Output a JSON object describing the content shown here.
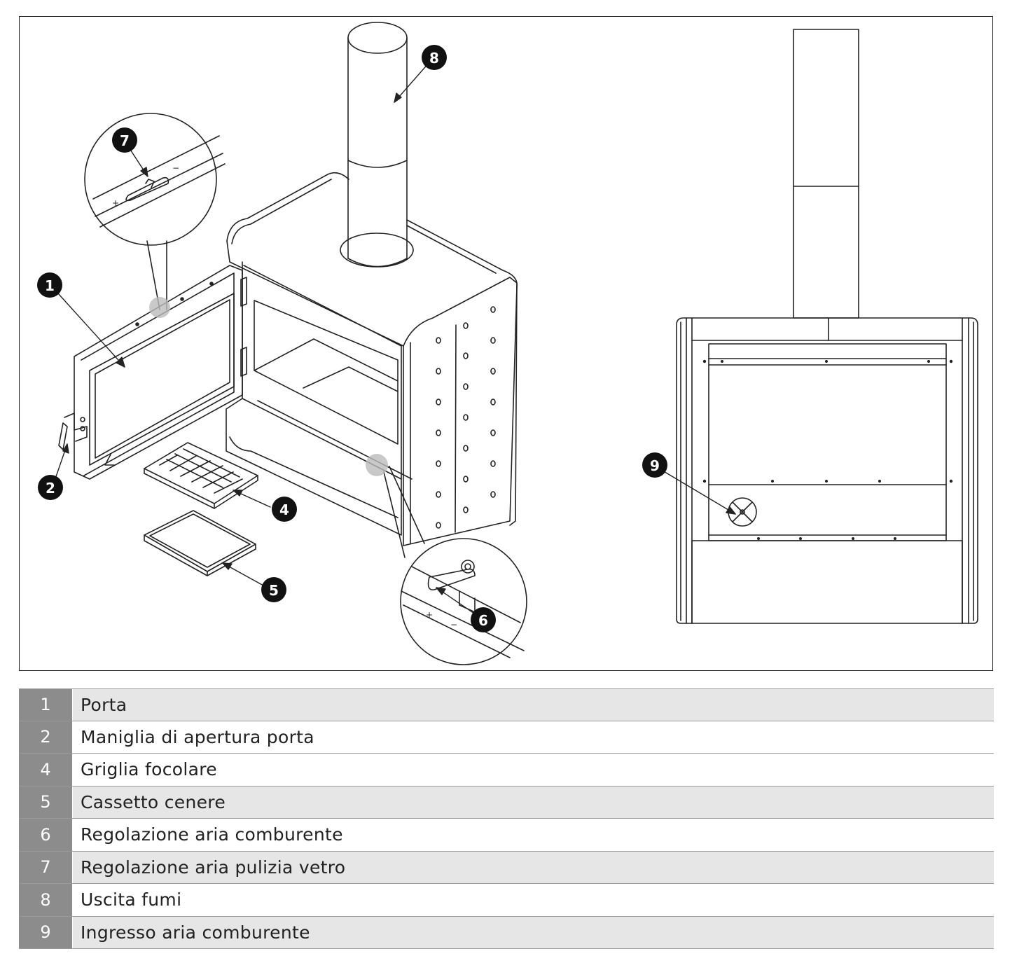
{
  "callouts": [
    {
      "id": "callout-1",
      "number": "1"
    },
    {
      "id": "callout-2",
      "number": "2"
    },
    {
      "id": "callout-4",
      "number": "4"
    },
    {
      "id": "callout-5",
      "number": "5"
    },
    {
      "id": "callout-6",
      "number": "6"
    },
    {
      "id": "callout-7",
      "number": "7"
    },
    {
      "id": "callout-8",
      "number": "8"
    },
    {
      "id": "callout-9",
      "number": "9"
    }
  ],
  "legend": [
    {
      "number": "1",
      "label": "Porta"
    },
    {
      "number": "2",
      "label": "Maniglia di apertura porta"
    },
    {
      "number": "4",
      "label": "Griglia focolare"
    },
    {
      "number": "5",
      "label": "Cassetto cenere"
    },
    {
      "number": "6",
      "label": "Regolazione aria comburente"
    },
    {
      "number": "7",
      "label": "Regolazione aria pulizia vetro"
    },
    {
      "number": "8",
      "label": "Uscita fumi"
    },
    {
      "number": "9",
      "label": "Ingresso aria comburente"
    }
  ],
  "marks": {
    "plus": "+",
    "minus": "−"
  },
  "colors": {
    "row_shade": "#e6e6e6",
    "number_cell": "#8c8c8c",
    "line": "#222222"
  }
}
